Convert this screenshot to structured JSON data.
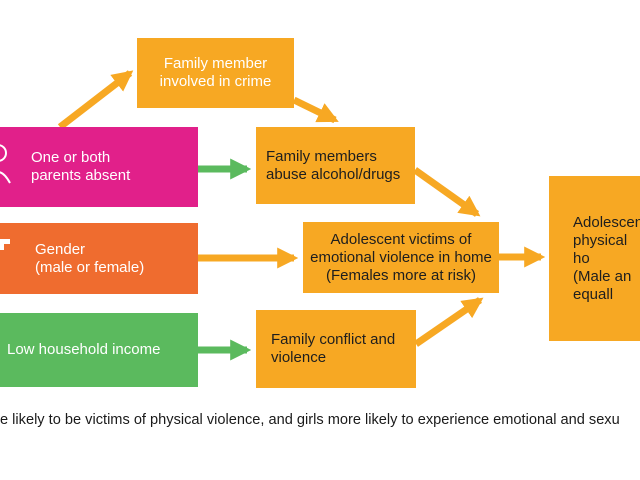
{
  "boxes": {
    "family_crime": [
      "Family member",
      "involved in crime"
    ],
    "alcohol": [
      "Family members",
      "abuse alcohol/drugs"
    ],
    "emotional": [
      "Adolescent victims of",
      "emotional violence in home",
      "(Females more at risk)"
    ],
    "conflict": [
      "Family conflict and",
      "violence"
    ],
    "physical": [
      "Adolescen",
      "physical",
      "ho",
      "(Male an",
      "equall"
    ],
    "parents": [
      "One or both",
      "parents absent"
    ],
    "gender": [
      "Gender",
      "(male or female)"
    ],
    "income": [
      "Low household income"
    ]
  },
  "caption": "e likely to be victims of physical violence, and girls more likely to experience emotional and sexu",
  "icons": {
    "parents": "person-icon",
    "gender": "gender-icon"
  },
  "colors": {
    "orange": "#f7a823",
    "magenta": "#e1208a",
    "red": "#ef6c2f",
    "green": "#5bba5e"
  }
}
